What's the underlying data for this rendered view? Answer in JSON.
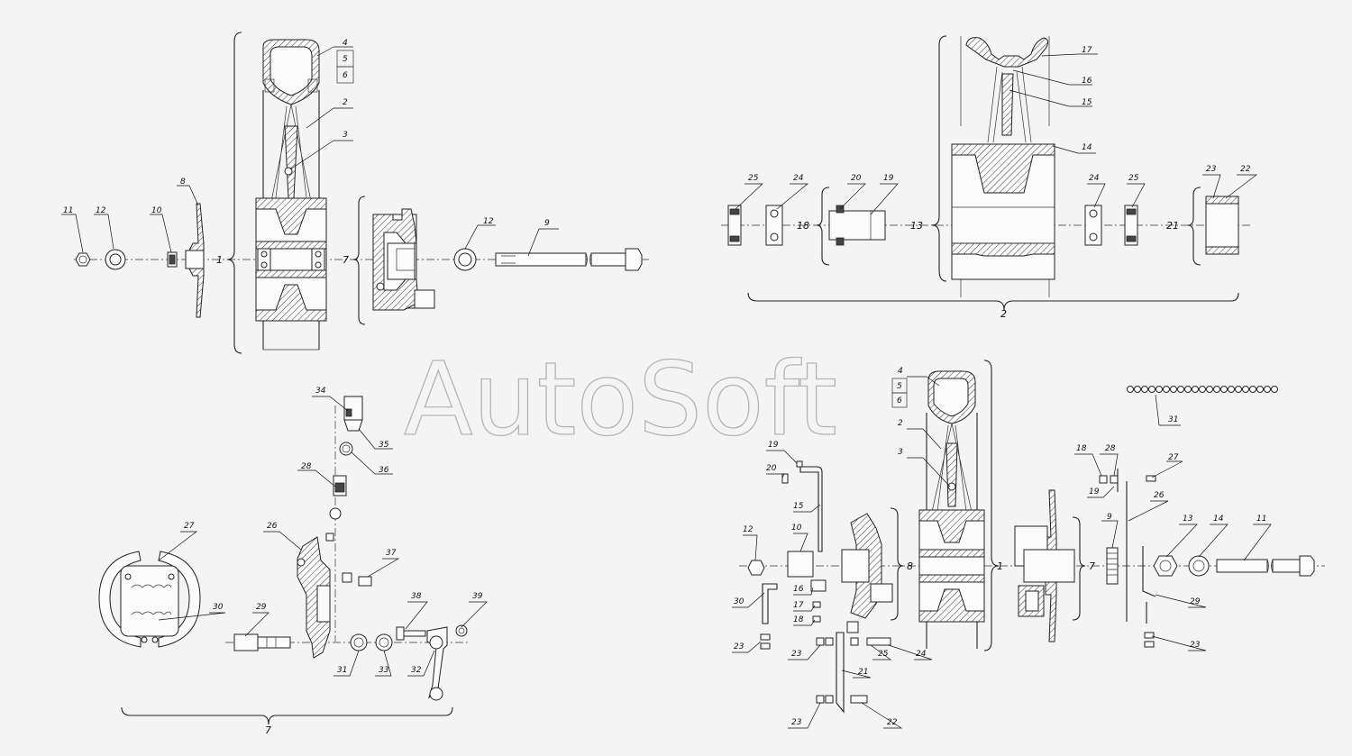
{
  "watermark": "AutoSoft",
  "callouts": [
    {
      "id": "tl-4",
      "text": "4"
    },
    {
      "id": "tl-5",
      "text": "5"
    },
    {
      "id": "tl-6",
      "text": "6"
    },
    {
      "id": "tl-2",
      "text": "2"
    },
    {
      "id": "tl-3",
      "text": "3"
    },
    {
      "id": "tl-8",
      "text": "8"
    },
    {
      "id": "tl-11",
      "text": "11"
    },
    {
      "id": "tl-12a",
      "text": "12"
    },
    {
      "id": "tl-10",
      "text": "10"
    },
    {
      "id": "tl-12b",
      "text": "12"
    },
    {
      "id": "tl-9",
      "text": "9"
    },
    {
      "id": "tl-1",
      "text": "1"
    },
    {
      "id": "tl-7",
      "text": "7"
    },
    {
      "id": "tr-17",
      "text": "17"
    },
    {
      "id": "tr-16",
      "text": "16"
    },
    {
      "id": "tr-15",
      "text": "15"
    },
    {
      "id": "tr-14",
      "text": "14"
    },
    {
      "id": "tr-25a",
      "text": "25"
    },
    {
      "id": "tr-24a",
      "text": "24"
    },
    {
      "id": "tr-20",
      "text": "20"
    },
    {
      "id": "tr-19",
      "text": "19"
    },
    {
      "id": "tr-18",
      "text": "18"
    },
    {
      "id": "tr-13",
      "text": "13"
    },
    {
      "id": "tr-24b",
      "text": "24"
    },
    {
      "id": "tr-25b",
      "text": "25"
    },
    {
      "id": "tr-23",
      "text": "23"
    },
    {
      "id": "tr-22",
      "text": "22"
    },
    {
      "id": "tr-21",
      "text": "21"
    },
    {
      "id": "tr-2",
      "text": "2"
    },
    {
      "id": "bl-34",
      "text": "34"
    },
    {
      "id": "bl-35",
      "text": "35"
    },
    {
      "id": "bl-36",
      "text": "36"
    },
    {
      "id": "bl-28",
      "text": "28"
    },
    {
      "id": "bl-27",
      "text": "27"
    },
    {
      "id": "bl-26",
      "text": "26"
    },
    {
      "id": "bl-37",
      "text": "37"
    },
    {
      "id": "bl-30",
      "text": "30"
    },
    {
      "id": "bl-29",
      "text": "29"
    },
    {
      "id": "bl-38",
      "text": "38"
    },
    {
      "id": "bl-39",
      "text": "39"
    },
    {
      "id": "bl-31",
      "text": "31"
    },
    {
      "id": "bl-33",
      "text": "33"
    },
    {
      "id": "bl-32",
      "text": "32"
    },
    {
      "id": "bl-7",
      "text": "7"
    },
    {
      "id": "br-4",
      "text": "4"
    },
    {
      "id": "br-5",
      "text": "5"
    },
    {
      "id": "br-6",
      "text": "6"
    },
    {
      "id": "br-2",
      "text": "2"
    },
    {
      "id": "br-3",
      "text": "3"
    },
    {
      "id": "br-31",
      "text": "31"
    },
    {
      "id": "br-19a",
      "text": "19"
    },
    {
      "id": "br-20",
      "text": "20"
    },
    {
      "id": "br-15",
      "text": "15"
    },
    {
      "id": "br-10",
      "text": "10"
    },
    {
      "id": "br-12",
      "text": "12"
    },
    {
      "id": "br-16",
      "text": "16"
    },
    {
      "id": "br-17",
      "text": "17"
    },
    {
      "id": "br-18a",
      "text": "18"
    },
    {
      "id": "br-30",
      "text": "30"
    },
    {
      "id": "br-23a",
      "text": "23"
    },
    {
      "id": "br-23b",
      "text": "23"
    },
    {
      "id": "br-21",
      "text": "21"
    },
    {
      "id": "br-25",
      "text": "25"
    },
    {
      "id": "br-24",
      "text": "24"
    },
    {
      "id": "br-23c",
      "text": "23"
    },
    {
      "id": "br-22",
      "text": "22"
    },
    {
      "id": "br-8",
      "text": "8"
    },
    {
      "id": "br-1",
      "text": "1"
    },
    {
      "id": "br-7",
      "text": "7"
    },
    {
      "id": "br-18b",
      "text": "18"
    },
    {
      "id": "br-28",
      "text": "28"
    },
    {
      "id": "br-27",
      "text": "27"
    },
    {
      "id": "br-19b",
      "text": "19"
    },
    {
      "id": "br-9",
      "text": "9"
    },
    {
      "id": "br-26",
      "text": "26"
    },
    {
      "id": "br-13",
      "text": "13"
    },
    {
      "id": "br-14",
      "text": "14"
    },
    {
      "id": "br-11",
      "text": "11"
    },
    {
      "id": "br-29",
      "text": "29"
    },
    {
      "id": "br-23d",
      "text": "23"
    }
  ]
}
